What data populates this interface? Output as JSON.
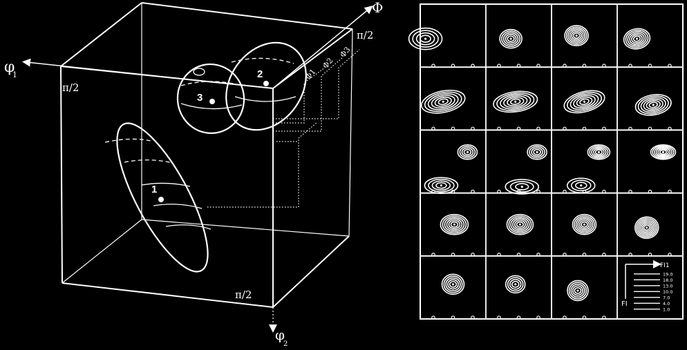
{
  "cube": {
    "axis_phi1": "φ",
    "axis_phi1_sub": "1",
    "axis_Phi": "Φ",
    "axis_phi2": "φ",
    "axis_phi2_sub": "2",
    "pi_left": "π/2",
    "pi_topright": "π/2",
    "pi_bottom": "π/2",
    "phi_marks": [
      "Φ1",
      "Φ2",
      "Φ3"
    ],
    "points": [
      "1",
      "2",
      "3"
    ]
  },
  "grid": {
    "rows": 5,
    "cols": 4,
    "legend": {
      "axis_x": "FI1",
      "axis_y": "FI",
      "levels": [
        "19.0",
        "18.0",
        "13.0",
        "10.0",
        "7.0",
        "4.0",
        "1.0"
      ]
    }
  },
  "colors": {
    "background": "#000000",
    "line": "#ffffff"
  }
}
